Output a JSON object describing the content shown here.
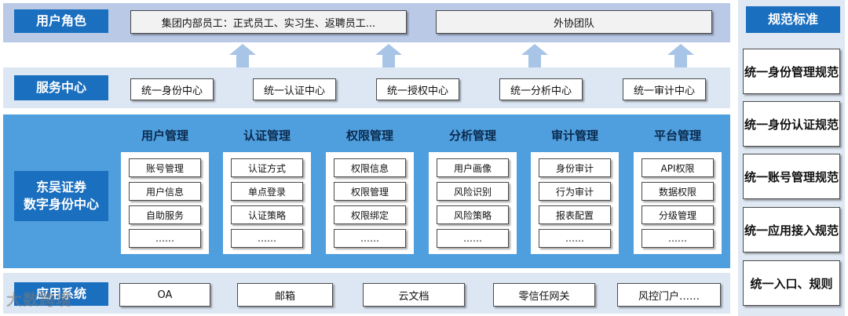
{
  "roles": {
    "label": "用户角色",
    "internal": "集团内部员工：正式员工、实习生、返聘员工...",
    "external": "外协团队"
  },
  "service": {
    "label": "服务中心",
    "centers": [
      "统一身份中心",
      "统一认证中心",
      "统一授权中心",
      "统一分析中心",
      "统一审计中心"
    ]
  },
  "platform": {
    "label_line1": "东吴证券",
    "label_line2": "数字身份中心",
    "modules": [
      {
        "title": "用户管理",
        "items": [
          "账号管理",
          "用户信息",
          "自助服务",
          "……"
        ]
      },
      {
        "title": "认证管理",
        "items": [
          "认证方式",
          "单点登录",
          "认证策略",
          "……"
        ]
      },
      {
        "title": "权限管理",
        "items": [
          "权限信息",
          "权限管理",
          "权限绑定",
          "……"
        ]
      },
      {
        "title": "分析管理",
        "items": [
          "用户画像",
          "风险识别",
          "风险策略",
          "……"
        ]
      },
      {
        "title": "审计管理",
        "items": [
          "身份审计",
          "行为审计",
          "报表配置",
          "……"
        ]
      },
      {
        "title": "平台管理",
        "items": [
          "API权限",
          "数据权限",
          "分级管理",
          "……"
        ]
      }
    ]
  },
  "apps": {
    "label": "应用系统",
    "items": [
      "OA",
      "邮箱",
      "云文档",
      "零信任网关",
      "风控门户……"
    ]
  },
  "standards": {
    "label": "规范标准",
    "items": [
      "统一身份管理规范",
      "统一身份认证规范",
      "统一账号管理规范",
      "统一应用接入规范",
      "统一入口、规则"
    ]
  },
  "watermark": "大数跨境",
  "colors": {
    "tag_blue": "#1b6fbf",
    "main_band": "#4f9fde",
    "light_band": "#dde7f4",
    "role_band": "#b9c9e6",
    "arrow": "#a8c4e6"
  }
}
